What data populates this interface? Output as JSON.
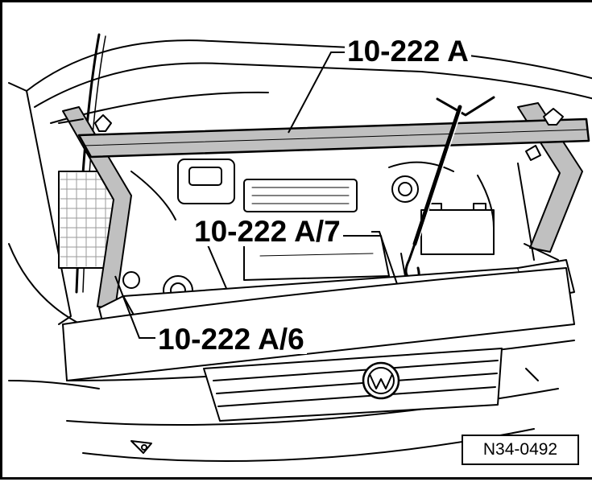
{
  "labels": {
    "engine_support": "10-222 A",
    "adapter_hook": "10-222 A/7",
    "support_leg": "10-222 A/6"
  },
  "figure_code": "N34-0492",
  "colors": {
    "ink": "#000000",
    "paper": "#ffffff",
    "tool_fill": "#c0c0c0",
    "mesh": "#9a9a9a"
  }
}
